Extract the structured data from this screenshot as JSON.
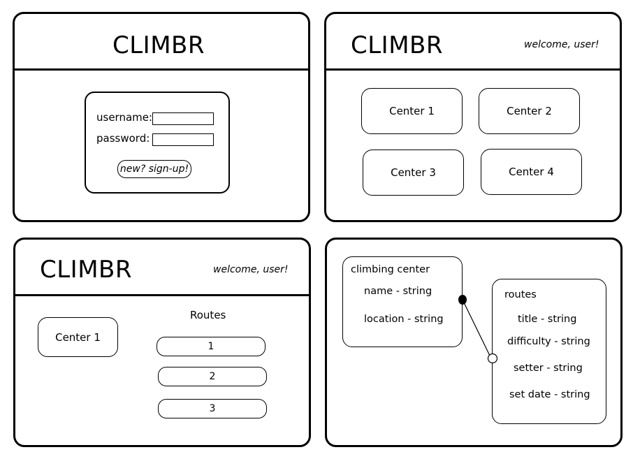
{
  "brand": "CLIMBR",
  "welcome_text": "welcome, user!",
  "login": {
    "username_label": "username:",
    "password_label": "password:",
    "signup_label": "new? sign-up!"
  },
  "centers": [
    "Center 1",
    "Center 2",
    "Center 3",
    "Center 4"
  ],
  "detail": {
    "selected_center": "Center 1",
    "routes_heading": "Routes",
    "routes": [
      "1",
      "2",
      "3"
    ]
  },
  "schema": {
    "center_entity": {
      "title": "climbing center",
      "fields": [
        "name - string",
        "location - string"
      ]
    },
    "route_entity": {
      "title": "routes",
      "fields": [
        "title - string",
        "difficulty - string",
        "setter - string",
        "set date - string"
      ]
    }
  }
}
